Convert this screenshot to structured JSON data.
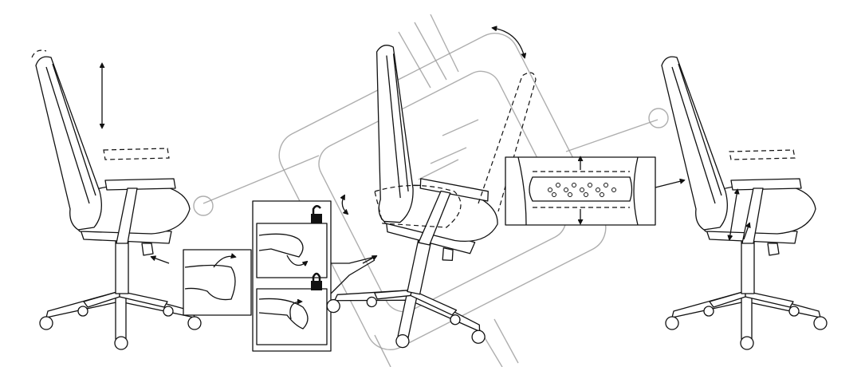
{
  "diagram": {
    "panels": [
      {
        "id": "headrest-height-adjust",
        "icon": "double-arrow-vertical-icon"
      },
      {
        "id": "backrest-tilt-lock",
        "icon": "curved-arrow-icon",
        "lock_icons": [
          "unlock-icon",
          "lock-icon"
        ]
      },
      {
        "id": "lumbar-support-adjust",
        "icon": "double-arrow-vertical-icon"
      }
    ],
    "colors": {
      "line": "#111111",
      "watermark": "#9a9a9a",
      "background": "#ffffff"
    }
  }
}
